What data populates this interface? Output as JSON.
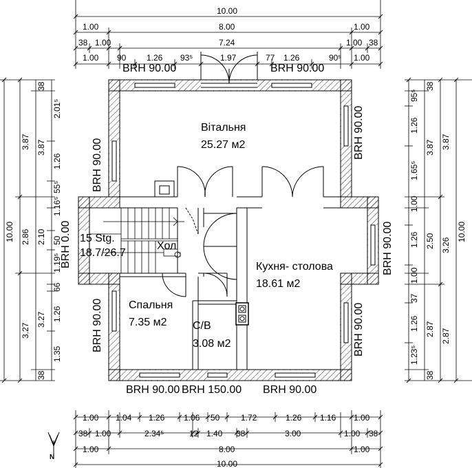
{
  "rooms": {
    "living_name": "Вітальня",
    "living_area": "25.27 м2",
    "kitchen_name": "Кухня- столова",
    "kitchen_area": "18.61 м2",
    "bedroom_name": "Спальня",
    "bedroom_area": "7.35 м2",
    "bath_name": "С/В",
    "bath_area": "3.08 м2",
    "hall_name": "Хол",
    "stairs_line1": "15 Stg.",
    "stairs_line2": "18.7/26.7"
  },
  "openings": {
    "top_left": "BRH 90.00",
    "top_right": "BRH 90.00",
    "bottom_left": "BRH 90.00",
    "bottom_mid": "BRH 150.00",
    "bottom_right": "BRH 90.00",
    "left_upper": "BRH 90.00",
    "left_door": "BRH 0.00",
    "left_lower": "BRH 90.00",
    "right_upper": "BRH 90.00",
    "right_mid": "BRH 90.00",
    "right_lower": "BRH 90.00"
  },
  "dims_top": {
    "row1": [
      "10.00"
    ],
    "row2": [
      "1.00",
      "8.00",
      "1.00"
    ],
    "row3": [
      "38",
      "1.00",
      "7.24",
      "1.00",
      "38"
    ],
    "row4": [
      "1.00",
      "90",
      "1.26",
      "93⁵",
      "1.97",
      "77",
      "1.26",
      "90⁵",
      "1.00"
    ]
  },
  "dims_bottom": {
    "row1": [
      "1.00",
      "1.04",
      "1.26",
      "1.06",
      "50",
      "1.72",
      "1.26",
      "1.16",
      "1.00"
    ],
    "row2": [
      "38",
      "1.00",
      "2.34⁵",
      "12",
      "1.40",
      "38",
      "3.00",
      "1.00",
      "38"
    ],
    "row3": [
      "1.00",
      "8.00",
      "1.00"
    ],
    "row4": [
      "10.00"
    ]
  },
  "dims_left": {
    "outer": [
      "10.00"
    ],
    "mid": [
      "3.87",
      "2.86",
      "3.27"
    ],
    "inner": [
      "38",
      "2.01⁵",
      "3.87",
      "1.26",
      "55⁵",
      "1.16⁵",
      "2.10",
      "50",
      "1.19⁵",
      "66",
      "3.27",
      "1.26",
      "1.35",
      "38"
    ]
  },
  "dims_right": {
    "outer": [
      "10.00"
    ],
    "mid": [
      "3.87",
      "3.26",
      "2.87"
    ],
    "inner": [
      "38",
      "95⁵",
      "1.26",
      "3.87",
      "1.65⁵",
      "1.00",
      "1.26",
      "2.50",
      "1.00",
      "37",
      "1.26",
      "2.87",
      "1.23⁵",
      "38"
    ]
  },
  "north": "N"
}
